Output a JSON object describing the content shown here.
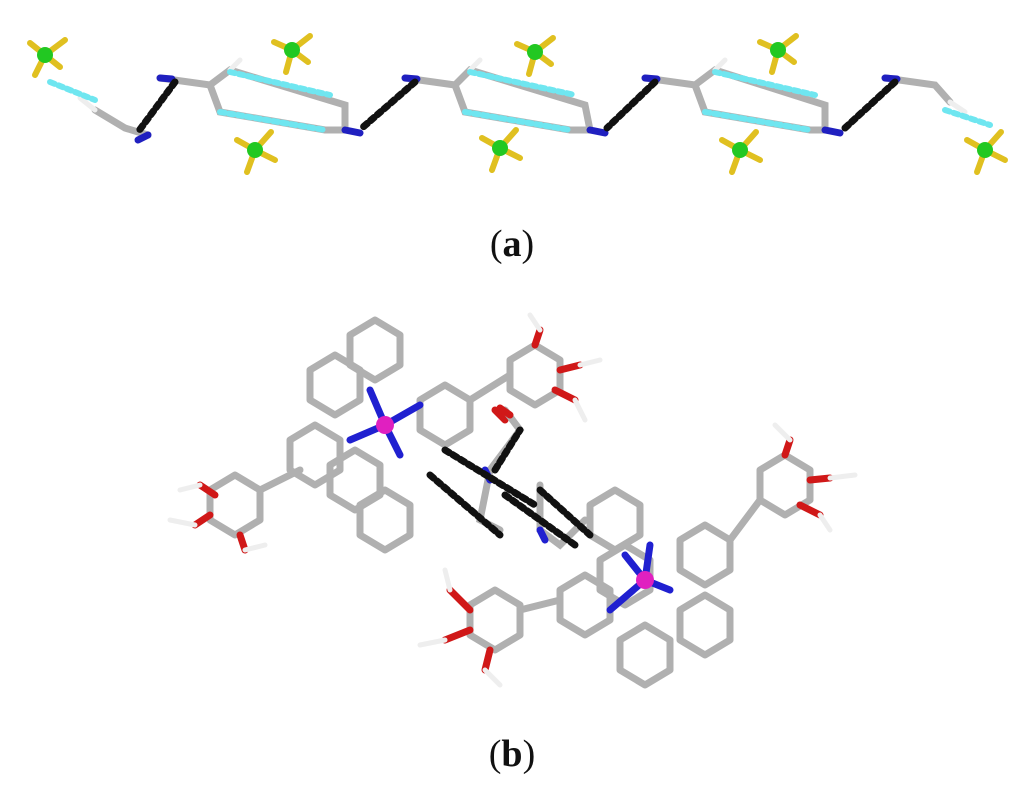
{
  "panels": [
    {
      "id": "a",
      "caption_open": "(",
      "caption_letter": "a",
      "caption_close": ")"
    },
    {
      "id": "b",
      "caption_open": "(",
      "caption_letter": "b",
      "caption_close": ")"
    }
  ],
  "colors": {
    "carbon": "#b8b8b8",
    "hydrogen": "#f0f0f0",
    "nitrogen": "#2020d0",
    "oxygen": "#d01818",
    "metal": "#e020c0",
    "fluorine": "#22c822",
    "sulfur": "#e0c020",
    "hbond_cyan": "#6fe6f0",
    "contact_black": "#111111"
  }
}
